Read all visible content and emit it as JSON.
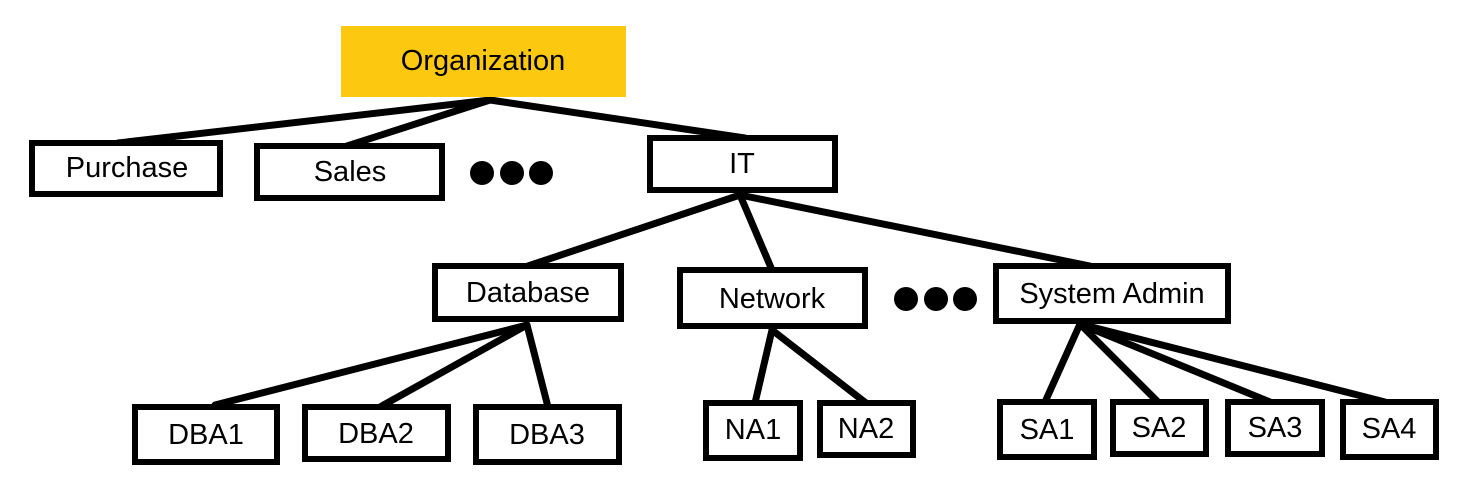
{
  "colors": {
    "root_fill": "#FCC810",
    "box_fill": "#ffffff",
    "stroke": "#000000"
  },
  "nodes": {
    "organization": {
      "label": "Organization"
    },
    "purchase": {
      "label": "Purchase"
    },
    "sales": {
      "label": "Sales"
    },
    "it": {
      "label": "IT"
    },
    "database": {
      "label": "Database"
    },
    "network": {
      "label": "Network"
    },
    "system_admin": {
      "label": "System Admin"
    },
    "dba1": {
      "label": "DBA1"
    },
    "dba2": {
      "label": "DBA2"
    },
    "dba3": {
      "label": "DBA3"
    },
    "na1": {
      "label": "NA1"
    },
    "na2": {
      "label": "NA2"
    },
    "sa1": {
      "label": "SA1"
    },
    "sa2": {
      "label": "SA2"
    },
    "sa3": {
      "label": "SA3"
    },
    "sa4": {
      "label": "SA4"
    }
  },
  "edges": [
    [
      "organization",
      "purchase"
    ],
    [
      "organization",
      "sales"
    ],
    [
      "organization",
      "it"
    ],
    [
      "it",
      "database"
    ],
    [
      "it",
      "network"
    ],
    [
      "it",
      "system_admin"
    ],
    [
      "database",
      "dba1"
    ],
    [
      "database",
      "dba2"
    ],
    [
      "database",
      "dba3"
    ],
    [
      "network",
      "na1"
    ],
    [
      "network",
      "na2"
    ],
    [
      "system_admin",
      "sa1"
    ],
    [
      "system_admin",
      "sa2"
    ],
    [
      "system_admin",
      "sa3"
    ],
    [
      "system_admin",
      "sa4"
    ]
  ]
}
